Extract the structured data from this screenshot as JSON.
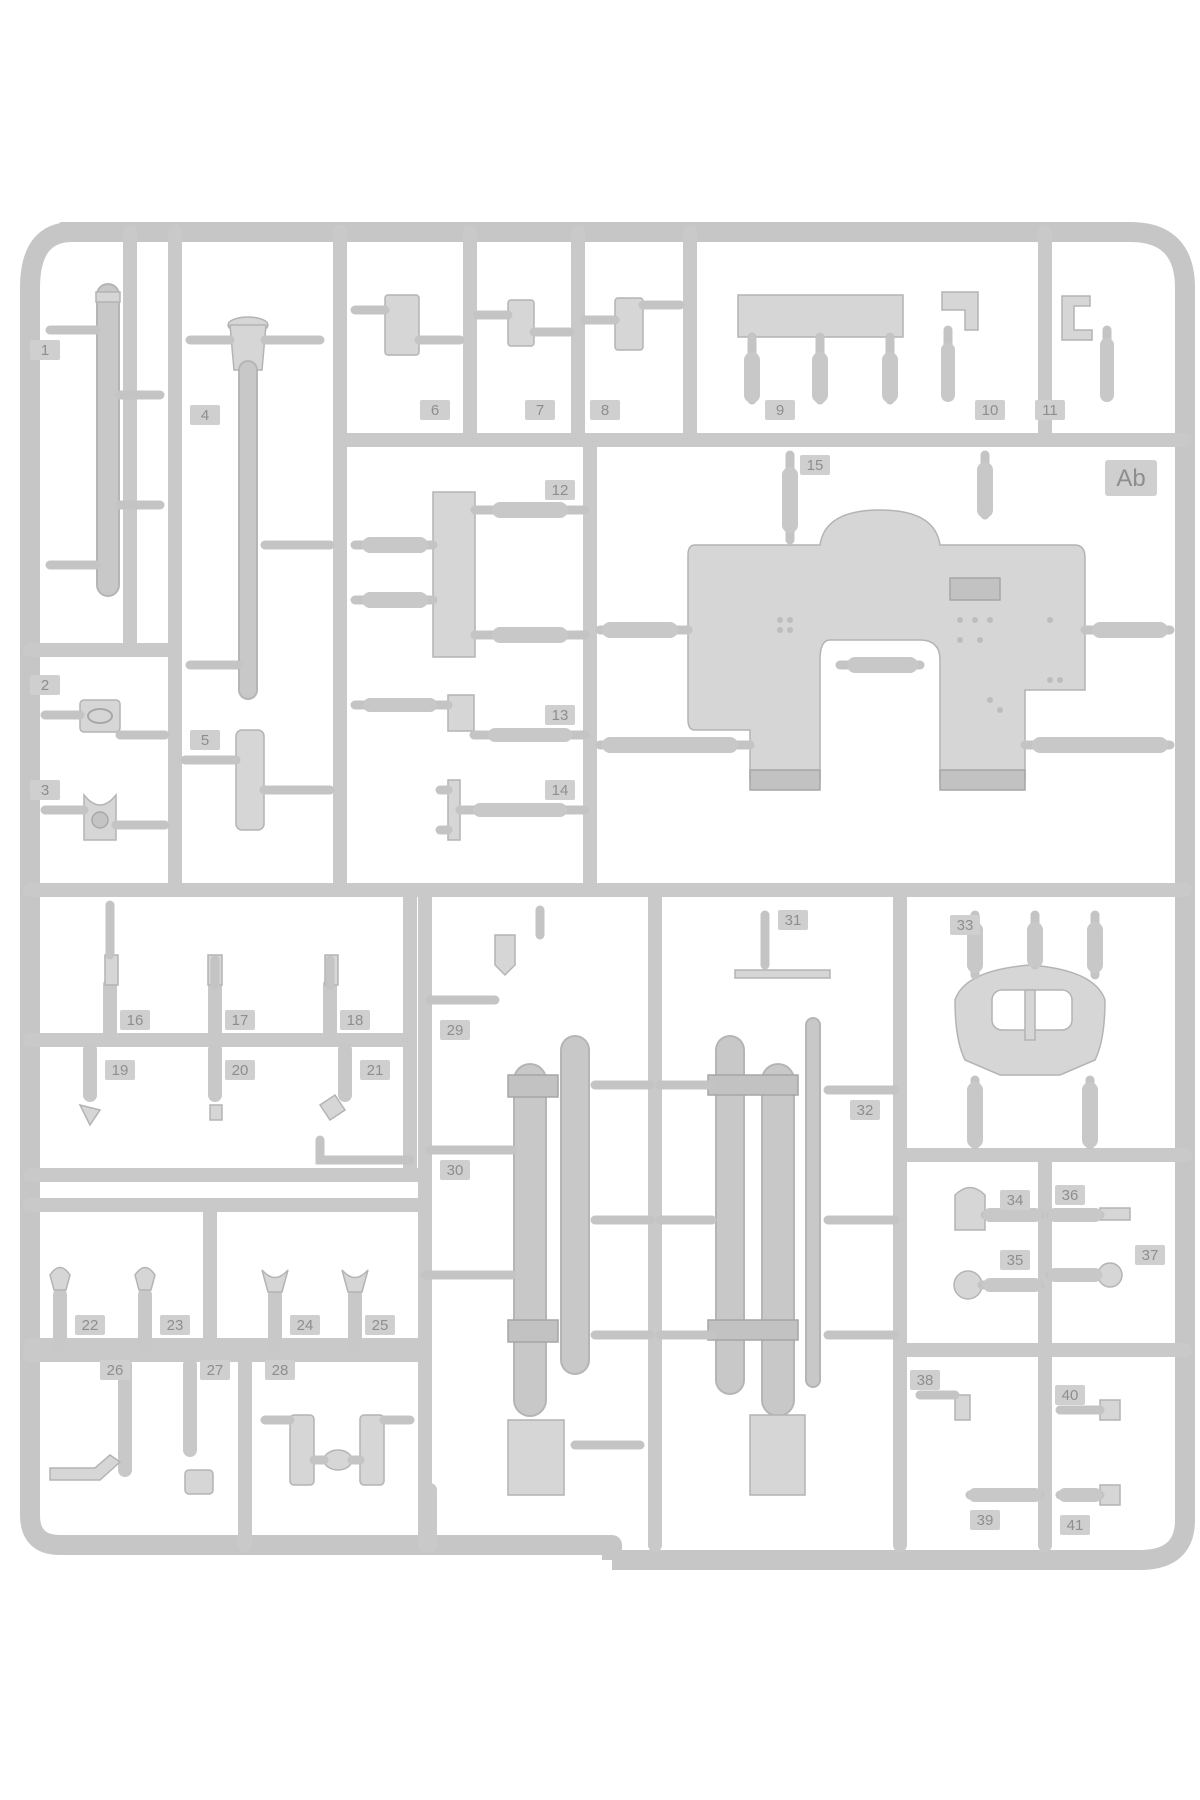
{
  "sprue": {
    "id_label": "Ab",
    "part_numbers": [
      "1",
      "2",
      "3",
      "4",
      "5",
      "6",
      "7",
      "8",
      "9",
      "10",
      "11",
      "12",
      "13",
      "14",
      "15",
      "16",
      "17",
      "18",
      "19",
      "20",
      "21",
      "22",
      "23",
      "24",
      "25",
      "26",
      "27",
      "28",
      "29",
      "30",
      "31",
      "32",
      "33",
      "34",
      "35",
      "36",
      "37",
      "38",
      "39",
      "40",
      "41"
    ]
  },
  "colors": {
    "plastic": "#d6d6d6",
    "runner": "#c9c9c9",
    "label": "#8e8e8e",
    "background": "#ffffff"
  }
}
